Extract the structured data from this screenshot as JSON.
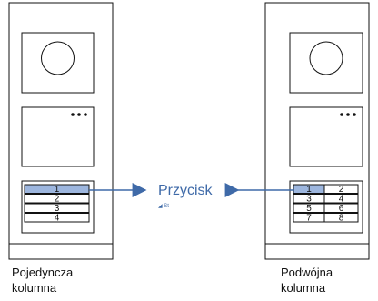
{
  "colors": {
    "line": "#111111",
    "panel_fill": "#ffffff",
    "accent": "#3F6AA8",
    "highlight_fill": "#9DB6DE"
  },
  "callout": {
    "label": "Przycisk",
    "tiny_mark": "◢ St"
  },
  "left_panel": {
    "buttons": [
      "1",
      "2",
      "3",
      "4"
    ],
    "caption_line1": "Pojedyncza",
    "caption_line2": "kolumna",
    "highlighted_button": "1"
  },
  "right_panel": {
    "buttons": [
      "1",
      "2",
      "3",
      "4",
      "5",
      "6",
      "7",
      "8"
    ],
    "caption_line1": "Podwójna",
    "caption_line2": "kolumna",
    "highlighted_button": "1"
  },
  "icons": {
    "camera": "camera-lens-icon",
    "dots": "dots-indicator-icon",
    "arrow_right": "arrow-right-icon",
    "arrow_left": "arrow-left-icon"
  }
}
